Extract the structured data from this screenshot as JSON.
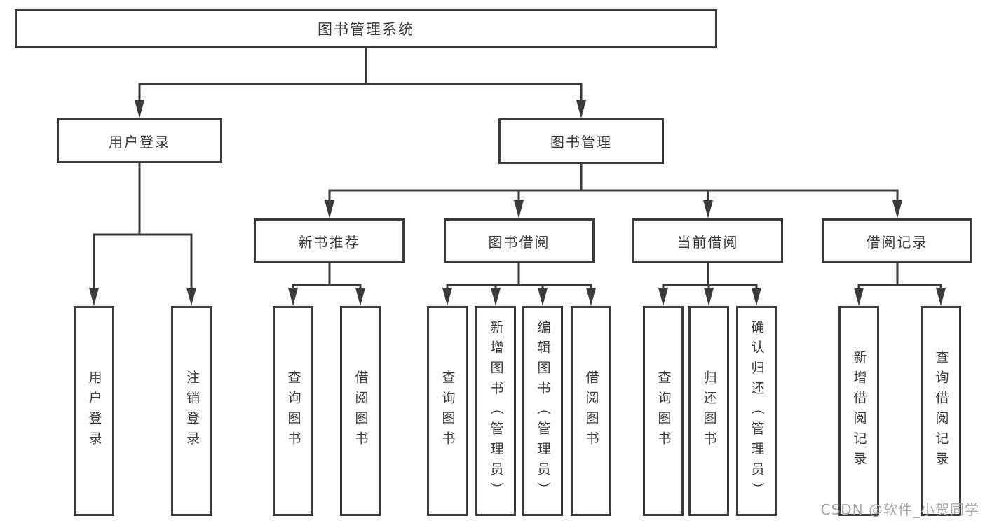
{
  "diagram": {
    "root": {
      "label": "图书管理系统"
    },
    "level2": [
      {
        "label": "用户登录"
      },
      {
        "label": "图书管理"
      }
    ],
    "level3": [
      {
        "label": "新书推荐"
      },
      {
        "label": "图书借阅"
      },
      {
        "label": "当前借阅"
      },
      {
        "label": "借阅记录"
      }
    ],
    "leaves": [
      {
        "label": "用户登录"
      },
      {
        "label": "注销登录"
      },
      {
        "label": "查询图书"
      },
      {
        "label": "借阅图书"
      },
      {
        "label": "查询图书"
      },
      {
        "label": "新增图书（管理员）"
      },
      {
        "label": "编辑图书（管理员）"
      },
      {
        "label": "借阅图书"
      },
      {
        "label": "查询图书"
      },
      {
        "label": "归还图书"
      },
      {
        "label": "确认归还（管理员）"
      },
      {
        "label": "新增借阅记录"
      },
      {
        "label": "查询借阅记录"
      }
    ]
  },
  "watermark": {
    "text": "CSDN @软件_小贺同学"
  },
  "colors": {
    "line": "#3a3a3a",
    "text": "#38383c",
    "watermark": "#a9a9a9",
    "background": "#ffffff"
  }
}
